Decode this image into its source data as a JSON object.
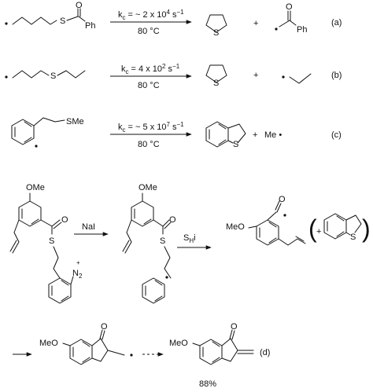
{
  "colors": {
    "ink": "#111111",
    "background": "#ffffff"
  },
  "reactions": [
    {
      "id": "a",
      "rate": "k",
      "rate_sub": "c",
      "rate_value": " = ~ 2 x 10",
      "rate_exp": "4",
      "rate_unit": " s",
      "rate_unit_exp": "−1",
      "temp": "80 °C",
      "tag": "(a)",
      "reactant_atoms": [
        "S",
        "Ph",
        "O"
      ],
      "product_atoms": [
        "S",
        "O",
        "Ph"
      ],
      "plus": "+"
    },
    {
      "id": "b",
      "rate": "k",
      "rate_sub": "c",
      "rate_value": " = 4 x 10",
      "rate_exp": "2",
      "rate_unit": " s",
      "rate_unit_exp": "−1",
      "temp": "80 °C",
      "tag": "(b)",
      "reactant_atoms": [
        "S"
      ],
      "product_atoms": [
        "S"
      ],
      "plus": "+"
    },
    {
      "id": "c",
      "rate": "k",
      "rate_sub": "c",
      "rate_value": " = ~ 5 x 10",
      "rate_exp": "7",
      "rate_unit": " s",
      "rate_unit_exp": "−1",
      "temp": "80 °C",
      "tag": "(c)",
      "reactant_atoms": [
        "SMe"
      ],
      "product_atoms": [
        "S"
      ],
      "plus": "+",
      "leaving": "Me •"
    }
  ],
  "sequence_d": {
    "start_atoms": {
      "ome": "OMe",
      "o": "O",
      "s": "S",
      "n": "N",
      "n_sub": "2",
      "n_sup": "+"
    },
    "step1_reagent": "NaI",
    "step2_reagent": "S",
    "step2_reagent_sub": "H",
    "step2_reagent_tail": "i",
    "inter_atoms": {
      "ome": "OMe",
      "o": "O",
      "s": "S"
    },
    "acyl_atoms": {
      "meo": "MeO",
      "o": "O"
    },
    "byproduct_atom": "S",
    "bracket_open": "(",
    "bracket_plus": "+",
    "bracket_close": ")",
    "cyc_atoms": {
      "meo": "MeO",
      "o": "O"
    },
    "final_atoms": {
      "meo": "MeO",
      "o": "O"
    },
    "tag": "(d)",
    "yield": "88%"
  }
}
